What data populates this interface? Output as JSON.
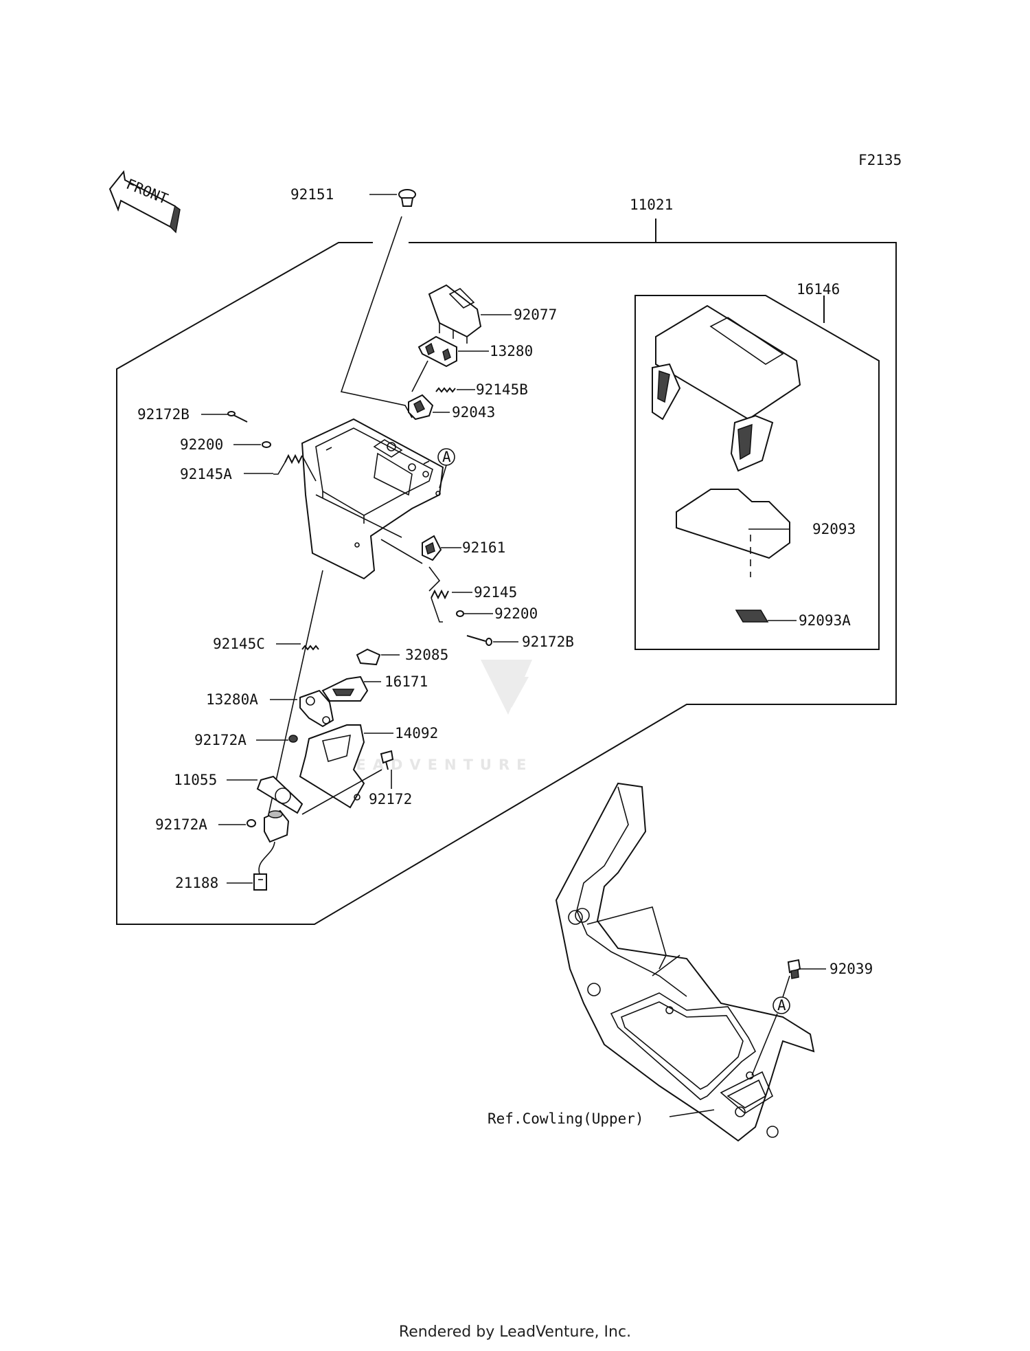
{
  "diagram_code": "F2135",
  "front_label": "FRONT",
  "callouts": {
    "c92151": "92151",
    "c11021": "11021",
    "c16146": "16146",
    "c92077": "92077",
    "c13280": "13280",
    "c92145B": "92145B",
    "c92043": "92043",
    "c92172B_top": "92172B",
    "c92200_top": "92200",
    "c92145A": "92145A",
    "c92161": "92161",
    "c92145": "92145",
    "c92200_bot": "92200",
    "c92172B_bot": "92172B",
    "c92145C": "92145C",
    "c32085": "32085",
    "c16171": "16171",
    "c13280A": "13280A",
    "c92172A_top": "92172A",
    "c14092": "14092",
    "c92172": "92172",
    "c11055": "11055",
    "c92172A_bot": "92172A",
    "c21188": "21188",
    "c92093": "92093",
    "c92093A": "92093A",
    "c92039": "92039",
    "ref_cowling": "Ref.Cowling(Upper)"
  },
  "ref_marker": "A",
  "watermark": "LEADVENTURE",
  "footer": "Rendered by LeadVenture, Inc."
}
